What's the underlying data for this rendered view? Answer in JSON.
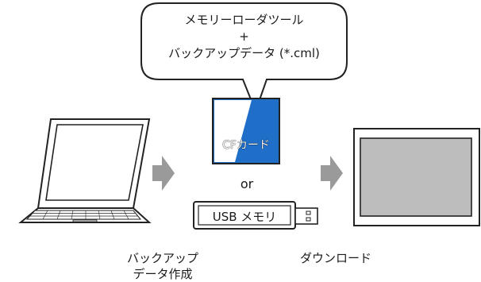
{
  "bubble": {
    "line1": "メモリーローダツール",
    "line2": "+",
    "line3": "バックアップデータ (*.cml)"
  },
  "cf_card": {
    "label": "CFカード"
  },
  "or_label": "or",
  "usb": {
    "label": "USB メモリ"
  },
  "captions": {
    "left_line1": "バックアップ",
    "left_line2": "データ作成",
    "right": "ダウンロード"
  },
  "colors": {
    "cf_blue": "#1f6fc8",
    "arrow_gray": "#9a9a9a",
    "panel_screen": "#bdbdbd"
  }
}
